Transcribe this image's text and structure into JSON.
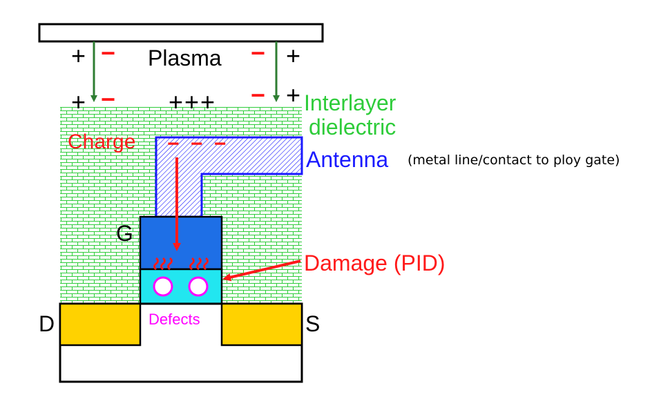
{
  "plasma_label": "Plasma",
  "plasma_charges": {
    "left_plus": "+",
    "left_minus": "−",
    "right_minus": "−",
    "right_plus": "+"
  },
  "surface_charges": {
    "left": "+",
    "left_minus": "−",
    "middle": "+++",
    "right_minus": "−",
    "right_plus": "+"
  },
  "interlayer_label_line1": "Interlayer",
  "interlayer_label_line2": "dielectric",
  "charge_label": "Charge",
  "antenna_charges": "− − −",
  "antenna_label": "Antenna",
  "antenna_note": "(metal line/contact to ploy gate)",
  "gate_label": "G",
  "damage_label": "Damage (PID)",
  "defects_label": "Defects",
  "drain_label": "D",
  "source_label": "S",
  "colors": {
    "dielectric": "#2ecc3a",
    "antenna_stroke": "#1a1aff",
    "gate_fill": "#1e6fe6",
    "oxide_fill": "#22e6f0",
    "sd_fill": "#ffd200",
    "charge_red": "#ff1a1a",
    "arrow_green": "#2e7d32",
    "defect_magenta": "#ff00ff"
  }
}
